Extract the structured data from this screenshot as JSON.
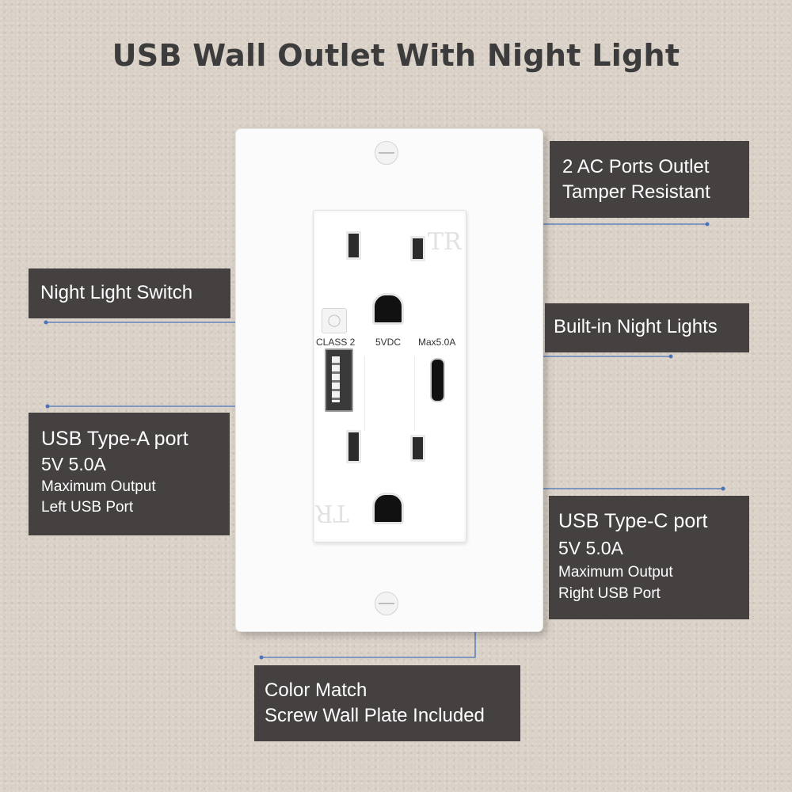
{
  "title": "USB Wall Outlet With Night Light",
  "callouts": {
    "ac_ports": {
      "line1": "2 AC Ports Outlet",
      "line2": "Tamper Resistant"
    },
    "night_light_switch": {
      "line1": "Night Light Switch"
    },
    "built_in_night_lights": {
      "line1": "Built-in Night Lights"
    },
    "usb_a": {
      "line1": "USB Type-A port",
      "line2": "5V 5.0A",
      "line3": "Maximum Output",
      "line4": "Left USB Port"
    },
    "usb_c": {
      "line1": "USB Type-C port",
      "line2": "5V 5.0A",
      "line3": "Maximum Output",
      "line4": "Right USB Port"
    },
    "wall_plate": {
      "line1": "Color Match",
      "line2": "Screw Wall Plate Included"
    }
  },
  "outlet_labels": {
    "class": "CLASS 2",
    "voltage": "5VDC",
    "max": "Max5.0A",
    "tr_top": "TR",
    "tr_bottom": "TR"
  },
  "colors": {
    "callout_bg": "#444140",
    "leader_line": "#4b73b8",
    "wall": "#d9d0c6"
  },
  "icons": {
    "night_light_switch": "lightbulb-icon"
  }
}
